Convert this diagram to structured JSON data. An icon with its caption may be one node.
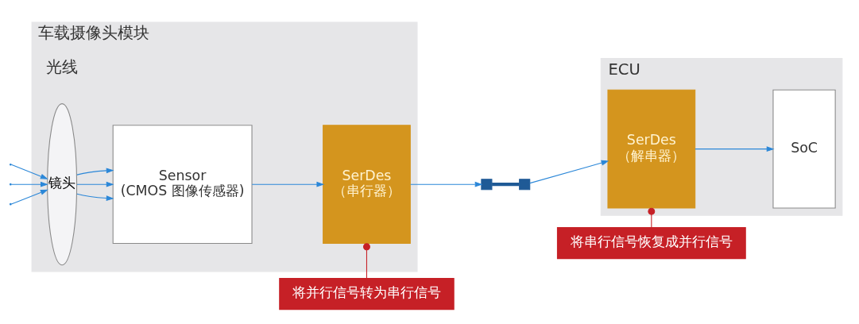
{
  "diagram": {
    "nodes": [
      {
        "text": [
          "车载摄像头模块"
        ]
      },
      {
        "text": [
          "镜头"
        ],
        "in": 0
      },
      {
        "text": [
          "Sensor",
          "(CMOS 图像传感器)"
        ],
        "in": 0
      },
      {
        "text": [
          "SerDes",
          "（串行器）"
        ],
        "in": 0
      },
      {
        "text": [],
        "shape": "box"
      },
      {
        "text": [],
        "shape": "box"
      },
      {
        "text": [
          "ECU"
        ]
      },
      {
        "text": [
          "SerDes",
          "（解串器）"
        ],
        "in": 6
      },
      {
        "text": [
          "SoC"
        ],
        "in": 6
      },
      {
        "text": [
          "将并行信号转为串行信号"
        ]
      },
      {
        "text": [
          "将串行信号恢复成并行信号"
        ]
      }
    ],
    "edges": [
      {
        "from": null,
        "to": 1,
        "arrow": "to"
      },
      {
        "from": null,
        "to": 1,
        "arrow": "to"
      },
      {
        "from": null,
        "to": 1,
        "arrow": "to"
      },
      {
        "from": 1,
        "to": 2,
        "arrow": "to"
      },
      {
        "from": 1,
        "to": 2,
        "arrow": "to"
      },
      {
        "from": 1,
        "to": 2,
        "arrow": "to"
      },
      {
        "from": 2,
        "to": 3,
        "arrow": "to"
      },
      {
        "from": 3,
        "to": 4,
        "arrow": "to"
      },
      {
        "from": 4,
        "to": 5,
        "arrow": "none",
        "style": "thick",
        "color": "#1f5a96"
      },
      {
        "from": 5,
        "to": 7,
        "arrow": "to"
      },
      {
        "from": 7,
        "to": 8,
        "arrow": "to"
      },
      {
        "from": 9,
        "to": 3,
        "arrow": "other",
        "color": "#c62026"
      },
      {
        "from": 10,
        "to": 7,
        "arrow": "other",
        "color": "#c62026"
      }
    ],
    "labels": [
      "光线"
    ]
  }
}
